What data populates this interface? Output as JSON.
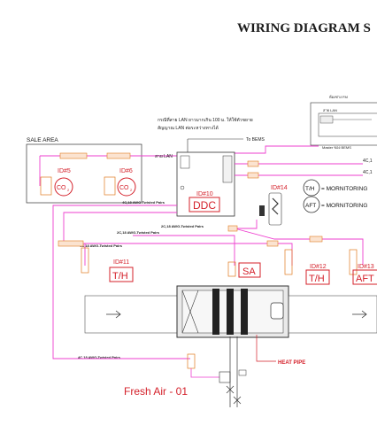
{
  "title": "WIRING DIAGRAM S",
  "room_fm": "ห้องช่าง FM",
  "lan_note_1": "กรณีที่สาย LAN ยาวมากเกิน 100 ม. ให้ใช้ตัวขยาย",
  "lan_note_2": "สัญญาณ LAN ต่อระหว่างทางได้",
  "to_bems": "To BEMS",
  "lan_cable": "สาย LAN",
  "master_bems": "Master ของ BEMS",
  "sale_area": "SALE AREA",
  "sensors": {
    "id5": "ID#5",
    "id6": "ID#6",
    "co2": "CO",
    "co2_sub": "2",
    "id10": "ID#10",
    "ddc": "DDC",
    "id14": "ID#14",
    "id11": "ID#11",
    "id12": "ID#12",
    "id13": "ID#13",
    "th": "T/H",
    "aft": "AFT",
    "sa": "SA"
  },
  "legend": {
    "th": "T/H",
    "th_text": "= MORNITORING",
    "aft": "AFT",
    "aft_text": "= MORNITORING"
  },
  "cables": {
    "c1": "4C,18 AWG-Twisted Pairs",
    "c2": "2C,18 AWG-Twisted Pairs",
    "c3": "2C,18 AWG-Twisted Pairs",
    "c4": "4C,18 AWG-Twisted Pairs",
    "c5": "4C,18 AWG-Twisted Pairs",
    "right1": "4C,1",
    "right2": "4C,1"
  },
  "heat_pipe": "HEAT PIPE",
  "fresh_air": "Fresh Air - 01",
  "colors": {
    "red": "#d4202a",
    "magenta": "#ee3fcf",
    "orange": "#e07a1f",
    "brown": "#7a4b1a"
  }
}
